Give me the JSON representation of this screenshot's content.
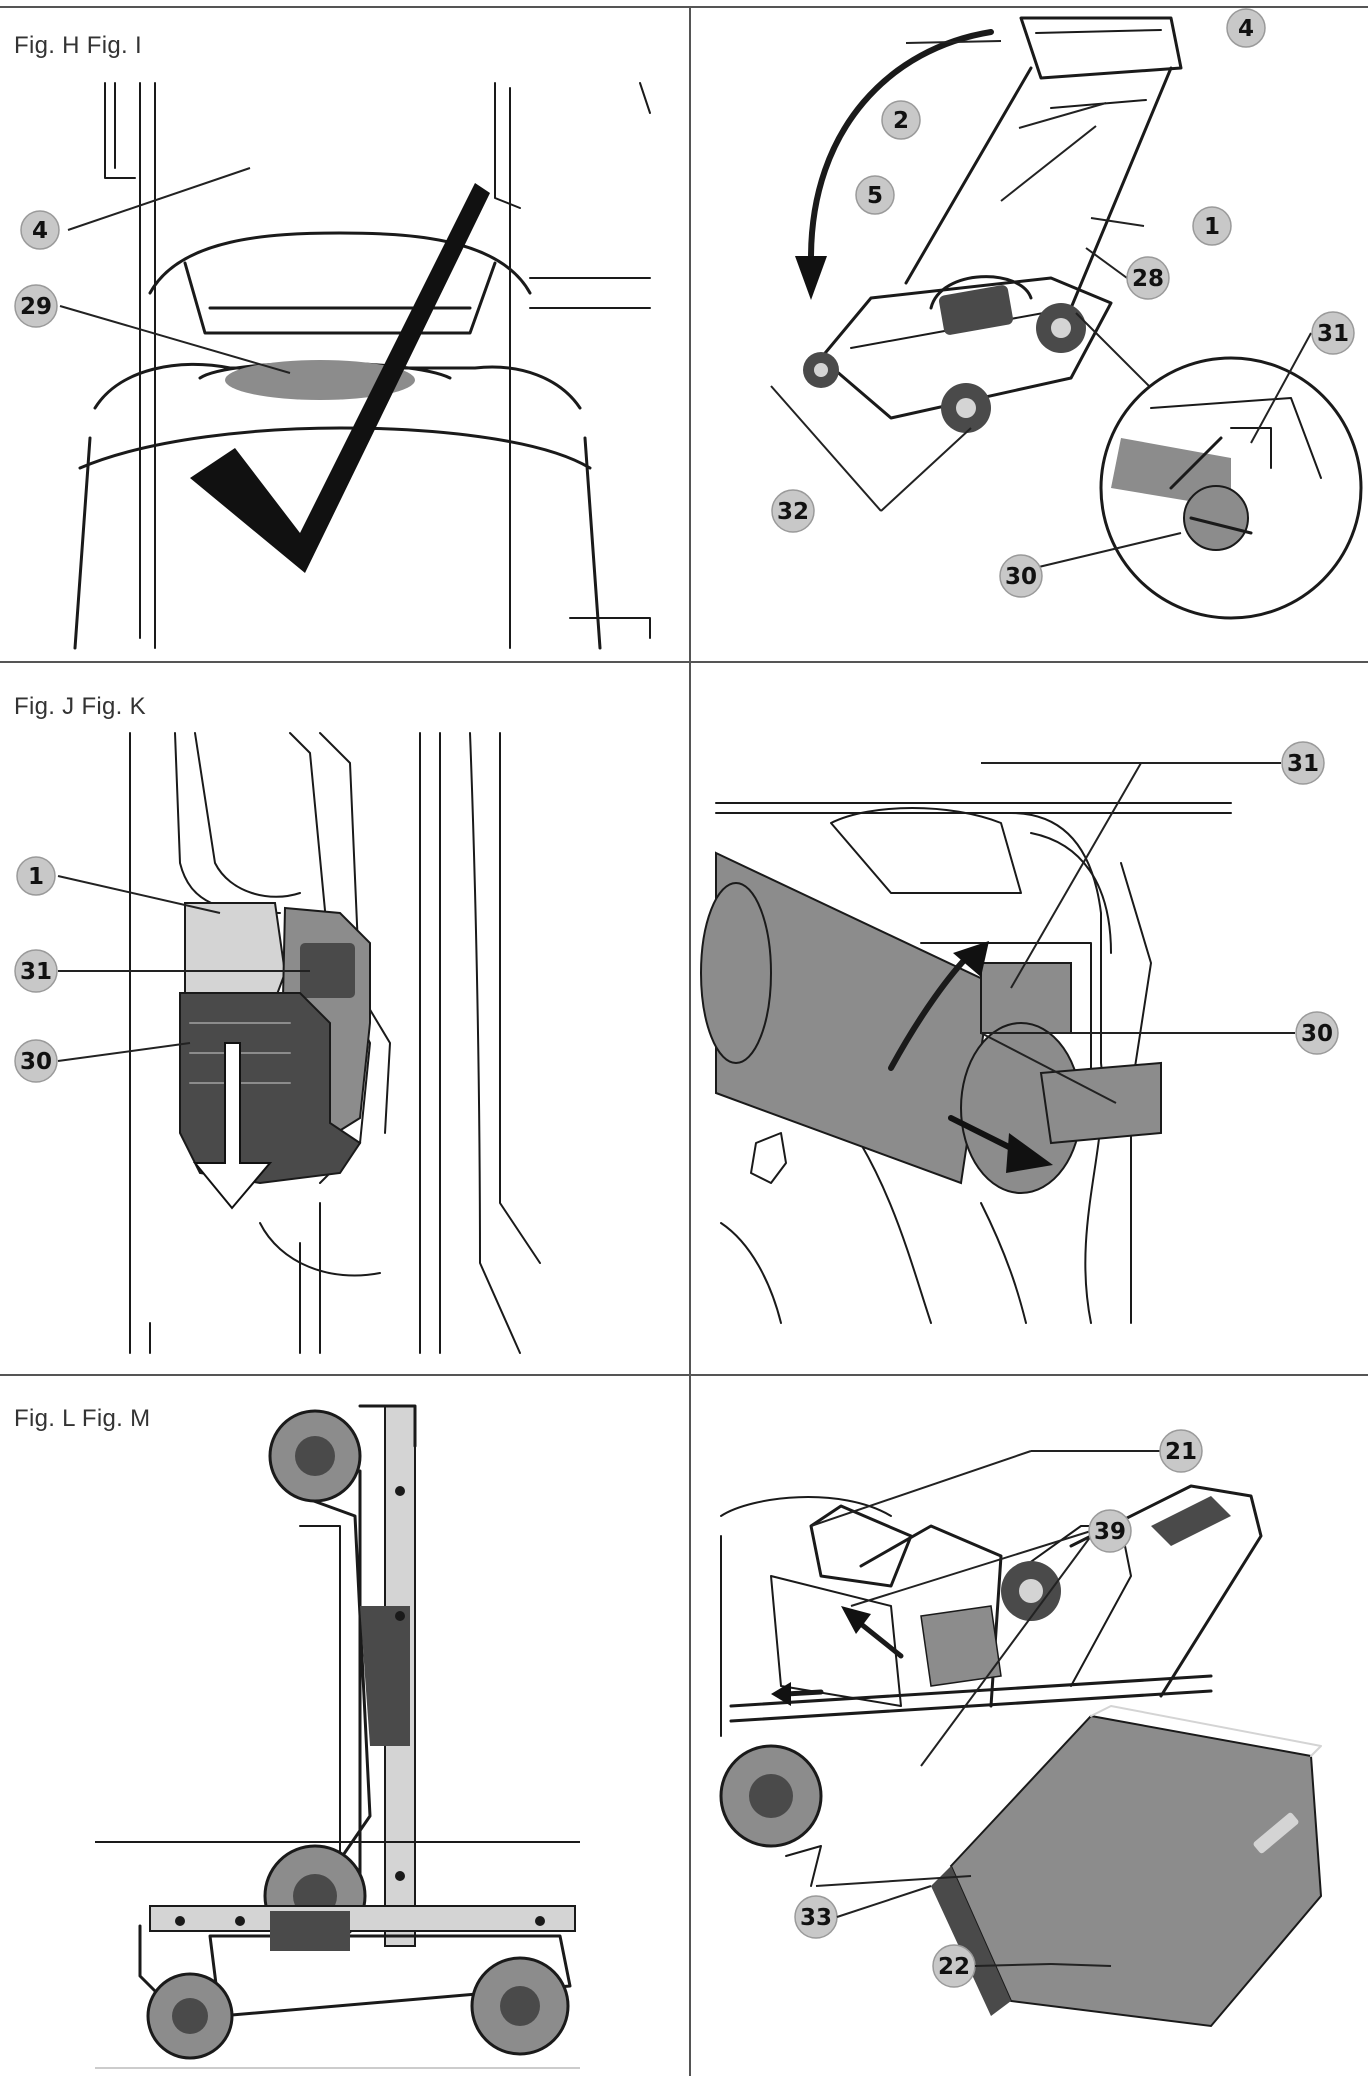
{
  "captions": {
    "row1": "Fig. H Fig. I",
    "row2": "Fig. J Fig. K",
    "row3": "Fig. L Fig. M"
  },
  "callouts": {
    "h_4": "4",
    "h_29": "29",
    "i_4": "4",
    "i_2": "2",
    "i_5": "5",
    "i_1": "1",
    "i_28": "28",
    "i_31": "31",
    "i_32": "32",
    "i_30": "30",
    "j_1": "1",
    "j_31": "31",
    "j_30": "30",
    "k_31": "31",
    "k_30": "30",
    "m_21": "21",
    "m_39": "39",
    "m_33": "33",
    "m_22": "22"
  },
  "colors": {
    "callout_fill": "#c8c8c8",
    "line": "#1a1a1a",
    "grid": "#555555",
    "part_dark": "#4a4a4a",
    "part_mid": "#8c8c8c",
    "part_light": "#d4d4d4"
  }
}
